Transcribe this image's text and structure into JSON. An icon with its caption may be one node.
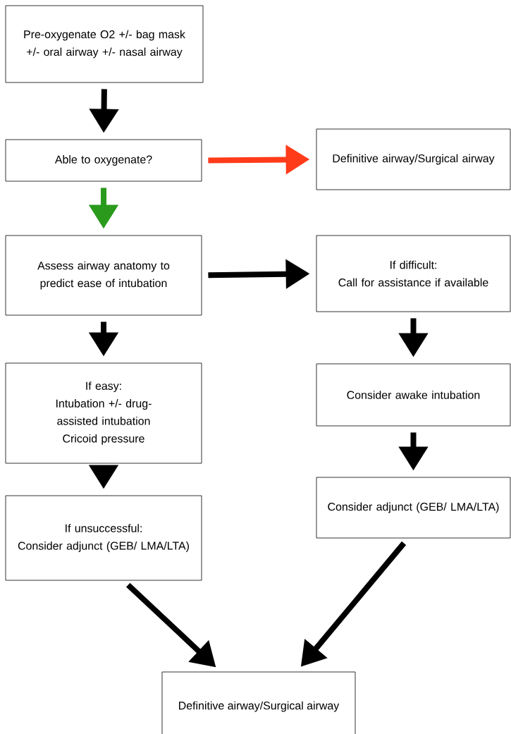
{
  "diagram": {
    "nodes": [
      {
        "text": [
          "Pre-oxygenate O2 +/- bag mask +/- oral airway +/- nasal airway"
        ]
      },
      {
        "text": [
          "Able to oxygenate?"
        ]
      },
      {
        "text": [
          "Definitive airway/Surgical airway"
        ]
      },
      {
        "text": [
          "Assess airway anatomy to predict ease of intubation"
        ]
      },
      {
        "text": [
          "If difficult:",
          "Call for assistance if available"
        ]
      },
      {
        "text": [
          "If easy:",
          "Intubation +/- drug-assisted intubation",
          "Cricoid pressure"
        ]
      },
      {
        "text": [
          "Consider awake intubation"
        ]
      },
      {
        "text": [
          "Consider adjunct (GEB/ LMA/LTA)"
        ]
      },
      {
        "text": [
          "If unsuccessful:",
          "Consider adjunct (GEB/ LMA/LTA)"
        ]
      },
      {
        "text": [
          "Definitive airway/Surgical airway"
        ]
      }
    ],
    "edges": [
      {
        "from": 0,
        "to": 1,
        "arrow": "to"
      },
      {
        "from": 1,
        "to": 2,
        "arrow": "to",
        "color": "#ff3b1a"
      },
      {
        "from": 1,
        "to": 3,
        "arrow": "to",
        "color": "#2a9a1c"
      },
      {
        "from": 3,
        "to": 4,
        "arrow": "to"
      },
      {
        "from": 3,
        "to": 5,
        "arrow": "to"
      },
      {
        "from": 4,
        "to": 6,
        "arrow": "to"
      },
      {
        "from": 6,
        "to": 7,
        "arrow": "to"
      },
      {
        "from": 5,
        "to": 8,
        "arrow": "to"
      },
      {
        "from": 8,
        "to": 9,
        "arrow": "to"
      },
      {
        "from": 7,
        "to": 9,
        "arrow": "to"
      }
    ]
  }
}
